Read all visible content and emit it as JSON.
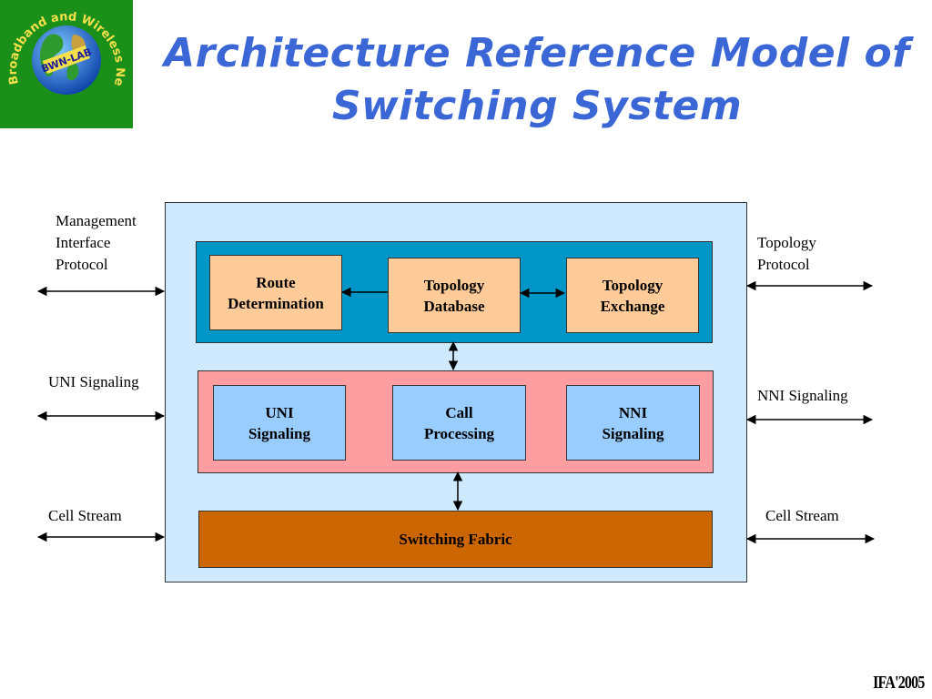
{
  "logo": {
    "arc_text": "Broadband and Wireless Networking Laboratory",
    "center_text": "BWN-LAB"
  },
  "title": {
    "line1": "Architecture Reference Model of",
    "line2": "Switching System"
  },
  "left_labels": {
    "management_line1": "Management",
    "management_line2": "Interface",
    "management_line3": "Protocol",
    "uni": "UNI Signaling",
    "cell": "Cell Stream"
  },
  "right_labels": {
    "topology_line1": "Topology",
    "topology_line2": "Protocol",
    "nni": "NNI Signaling",
    "cell": "Cell Stream"
  },
  "boxes": {
    "route_line1": "Route",
    "route_line2": "Determination",
    "topo_db_line1": "Topology",
    "topo_db_line2": "Database",
    "topo_ex_line1": "Topology",
    "topo_ex_line2": "Exchange",
    "uni_line1": "UNI",
    "uni_line2": "Signaling",
    "call_line1": "Call",
    "call_line2": "Processing",
    "nni_line1": "NNI",
    "nni_line2": "Signaling",
    "fabric": "Switching Fabric"
  },
  "footer": "IFA'2005",
  "colors": {
    "title": "#3a66d6",
    "outer": "#cfeaff",
    "routing_panel": "#0096c8",
    "signaling_panel": "#ff9ea0",
    "routing_box": "#ffcc99",
    "signaling_box": "#99ccff",
    "fabric": "#cc6600",
    "logo_bg": "#1a8f1a"
  }
}
